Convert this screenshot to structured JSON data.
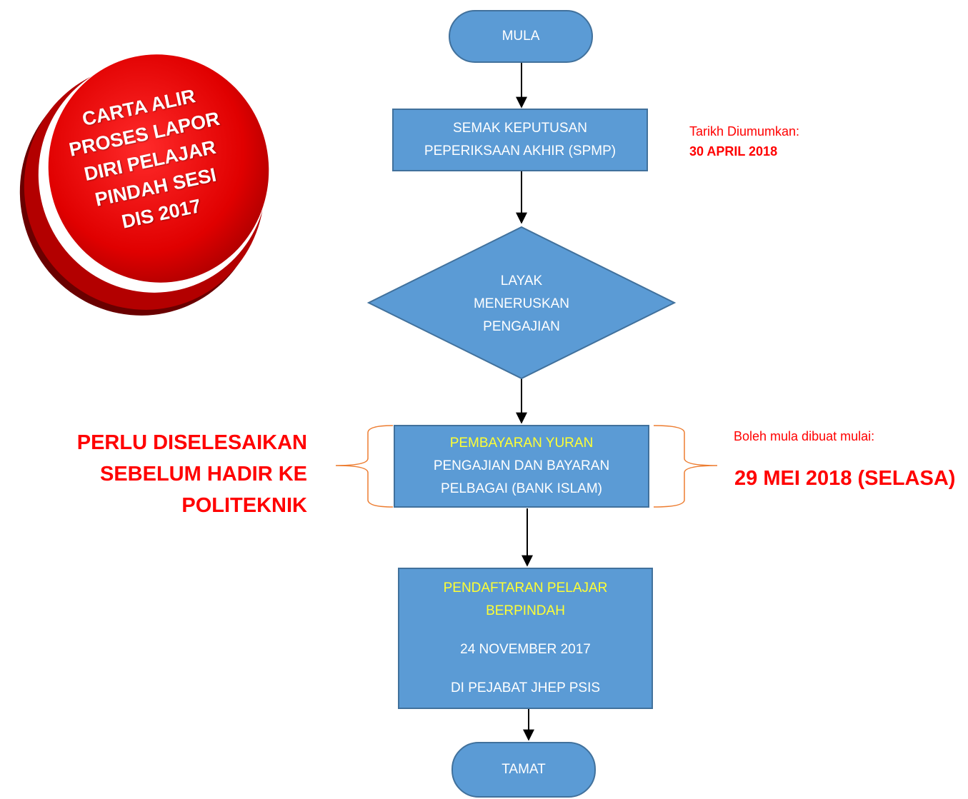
{
  "badge": {
    "lines": [
      "CARTA ALIR",
      "PROSES LAPOR",
      "DIRI PELAJAR",
      "PINDAH SESI",
      "DIS 2017"
    ]
  },
  "flow": {
    "start": "MULA",
    "step1": [
      "SEMAK KEPUTUSAN",
      "PEPERIKSAAN AKHIR (SPMP)"
    ],
    "decision": [
      "LAYAK",
      "MENERUSKAN",
      "PENGAJIAN"
    ],
    "step2": {
      "highlight": "PEMBAYARAN YURAN",
      "lines": [
        "PENGAJIAN DAN BAYARAN",
        "PELBAGAI (BANK ISLAM)"
      ]
    },
    "step3": {
      "highlight": [
        "PENDAFTARAN PELAJAR",
        "BERPINDAH"
      ],
      "date": "24 NOVEMBER 2017",
      "place": "DI PEJABAT JHEP PSIS"
    },
    "end": "TAMAT"
  },
  "notes": {
    "announce_label": "Tarikh Diumumkan:",
    "announce_date": "30 APRIL 2018",
    "left_note": [
      "PERLU DISELESAIKAN",
      "SEBELUM HADIR KE",
      "POLITEKNIK"
    ],
    "right_label": "Boleh mula dibuat mulai:",
    "right_date": "29 MEI 2018 (SELASA)"
  },
  "colors": {
    "box_fill": "#5b9bd5",
    "box_border": "#41719c",
    "highlight_text": "#ffff33",
    "note_red": "#ff0000",
    "brace": "#ed7d31",
    "badge_red": "#e00000"
  }
}
